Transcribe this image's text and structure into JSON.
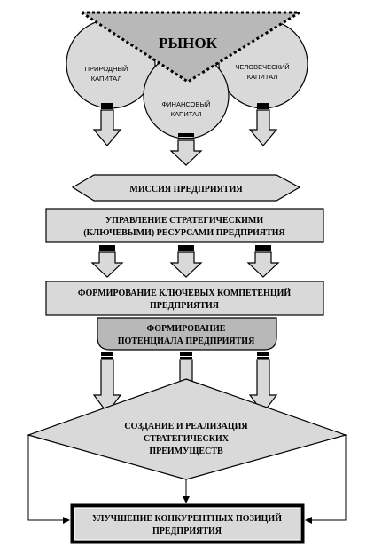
{
  "diagram": {
    "market": {
      "label": "РЫНОК"
    },
    "capitals": {
      "natural": {
        "line1": "ПРИРОДНЫЙ",
        "line2": "КАПИТАЛ"
      },
      "financial": {
        "line1": "ФИНАНСОВЫЙ",
        "line2": "КАПИТАЛ"
      },
      "human": {
        "line1": "ЧЕЛОВЕЧЕСКИЙ",
        "line2": "КАПИТАЛ"
      }
    },
    "mission": {
      "label": "МИССИЯ ПРЕДПРИЯТИЯ"
    },
    "resources": {
      "line1": "УПРАВЛЕНИЕ СТРАТЕГИЧЕСКИМИ",
      "line2": "(КЛЮЧЕВЫМИ) РЕСУРСАМИ ПРЕДПРИЯТИЯ"
    },
    "competencies": {
      "line1": "ФОРМИРОВАНИЕ КЛЮЧЕВЫХ КОМПЕТЕНЦИЙ",
      "line2": "ПРЕДПРИЯТИЯ"
    },
    "potential": {
      "line1": "ФОРМИРОВАНИЕ",
      "line2": "ПОТЕНЦИАЛА ПРЕДПРИЯТИЯ"
    },
    "advantages": {
      "line1": "СОЗДАНИЕ И РЕАЛИЗАЦИЯ",
      "line2": "СТРАТЕГИЧЕСКИХ",
      "line3": "ПРЕИМУЩЕСТВ"
    },
    "competitive": {
      "line1": "УЛУЧШЕНИЕ КОНКУРЕНТНЫХ ПОЗИЦИЙ",
      "line2": "ПРЕДПРИЯТИЯ"
    },
    "colors": {
      "fill": "#d9d9d9",
      "fill_dark": "#b8b8b8",
      "stroke": "#000000",
      "background": "#ffffff"
    }
  }
}
